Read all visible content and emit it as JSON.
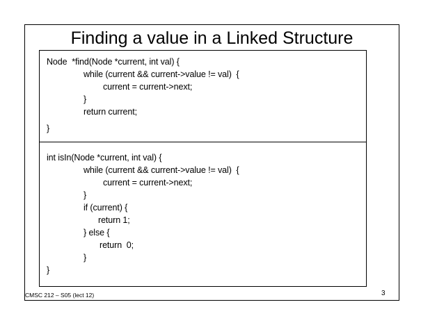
{
  "slide": {
    "title": "Finding a value in a Linked Structure",
    "footer": "CMSC 212 – S05 (lect 12)",
    "page_number": "3"
  },
  "code_blocks": [
    {
      "lines": [
        "Node  *find(Node *current, int val) {",
        "while (current && current->value != val)  {",
        "current = current->next;",
        "}",
        "return current;",
        "}"
      ]
    },
    {
      "lines": [
        "int isIn(Node *current, int val) {",
        "while (current && current->value != val)  {",
        "current = current->next;",
        "}",
        "if (current) {",
        "return 1;",
        "} else {",
        "return  0;",
        "}",
        "}"
      ]
    }
  ]
}
